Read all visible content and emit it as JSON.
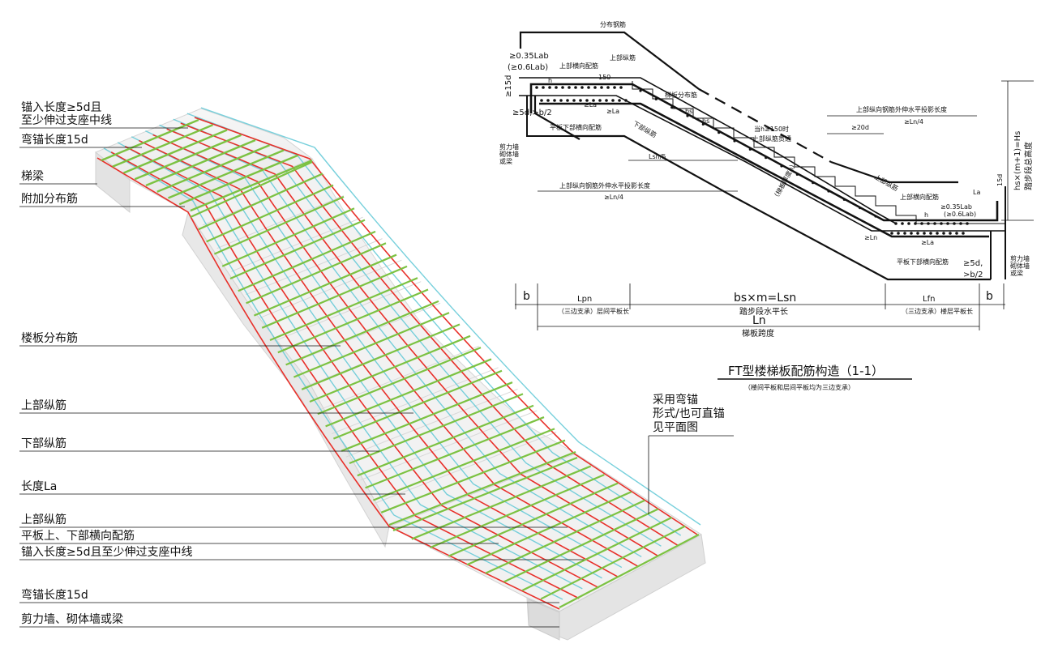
{
  "left_labels": [
    "锚入长度≥5d且",
    "至少伸过支座中线",
    "弯锚长度15d",
    "梯梁",
    "附加分布筋",
    "楼板分布筋",
    "上部纵筋",
    "下部纵筋",
    "长度La",
    "上部纵筋",
    "平板上、下部横向配筋",
    "锚入长度≥5d且至少伸过支座中线",
    "弯锚长度15d",
    "剪力墙、砌体墙或梁"
  ],
  "right_note": [
    "采用弯锚",
    "形式/也可直锚",
    "见平面图"
  ],
  "section": {
    "title": "FT型楼梯板配筋构造（1-1）",
    "subtitle": "（楼间平板和层间平板均为三边支承）",
    "labels": {
      "dist_bar": "分布钢筋",
      "upper_long": "上部纵筋",
      "upper_trans": "上部横向配筋",
      "anchor_top": "≥0.35Lab",
      "anchor_top2": "(≥0.6Lab)",
      "dim150": "150",
      "h": "h",
      "v15d": "≥15d",
      "v5d": "≥5d,>b/2",
      "la1": "≥La",
      "la2": "≥La",
      "lower_trans": "平板下部横向配筋",
      "stair_dist": "梯板分布筋",
      "bs": "bs",
      "hs": "hs",
      "lower_long": "下部纵筋",
      "lsn5": "Lsn/5",
      "wall_left": [
        "剪力墙",
        "砌体墙",
        "或梁"
      ],
      "top_proj_left": "上部纵向钢筋外伸水平投影长度",
      "ln4_left": "≥Ln/4",
      "when_h": "当h≥150时",
      "through": "上部纵筋贯通",
      "top_proj_right": "上部纵向钢筋外伸水平投影长度",
      "d20": "≥20d",
      "ln4_right": "≥Ln/4",
      "thick": "（梯板厚度h）",
      "upper_long_r": "上部纵筋",
      "upper_trans_r": "上部横向配筋",
      "la_r": "La",
      "d15_r": "15d",
      "anchor_r": "≥0.35Lab",
      "anchor_r2": "(≥0.6Lab)",
      "h_r": "h",
      "ln_r": "≥Ln",
      "la_r2": "≥La",
      "lower_trans_r": "平板下部横向配筋",
      "d5_r": "≥5d,",
      "b2_r": ">b/2",
      "wall_right": [
        "剪力墙",
        "砌体墙",
        "或梁"
      ],
      "hs_total": "hs×(m+1)=Hs",
      "hs_total2": "踏步段总高度"
    },
    "dims": {
      "b_left": "b",
      "lpn": "Lpn",
      "lpn_note": "（三边支承）层间平板长",
      "bsm": "bs×m=Lsn",
      "bsm_note": "踏步段水平长",
      "lfn": "Lfn",
      "lfn_note": "（三边支承）楼层平板长",
      "b_right": "b",
      "ln": "Ln",
      "ln_note": "梯板跨度"
    }
  },
  "colors": {
    "red_bar": "#e8302a",
    "green_bar": "#7cc242",
    "cyan_bar": "#5fc8d6",
    "concrete": "#ededed",
    "edge": "#cfcfcf"
  }
}
